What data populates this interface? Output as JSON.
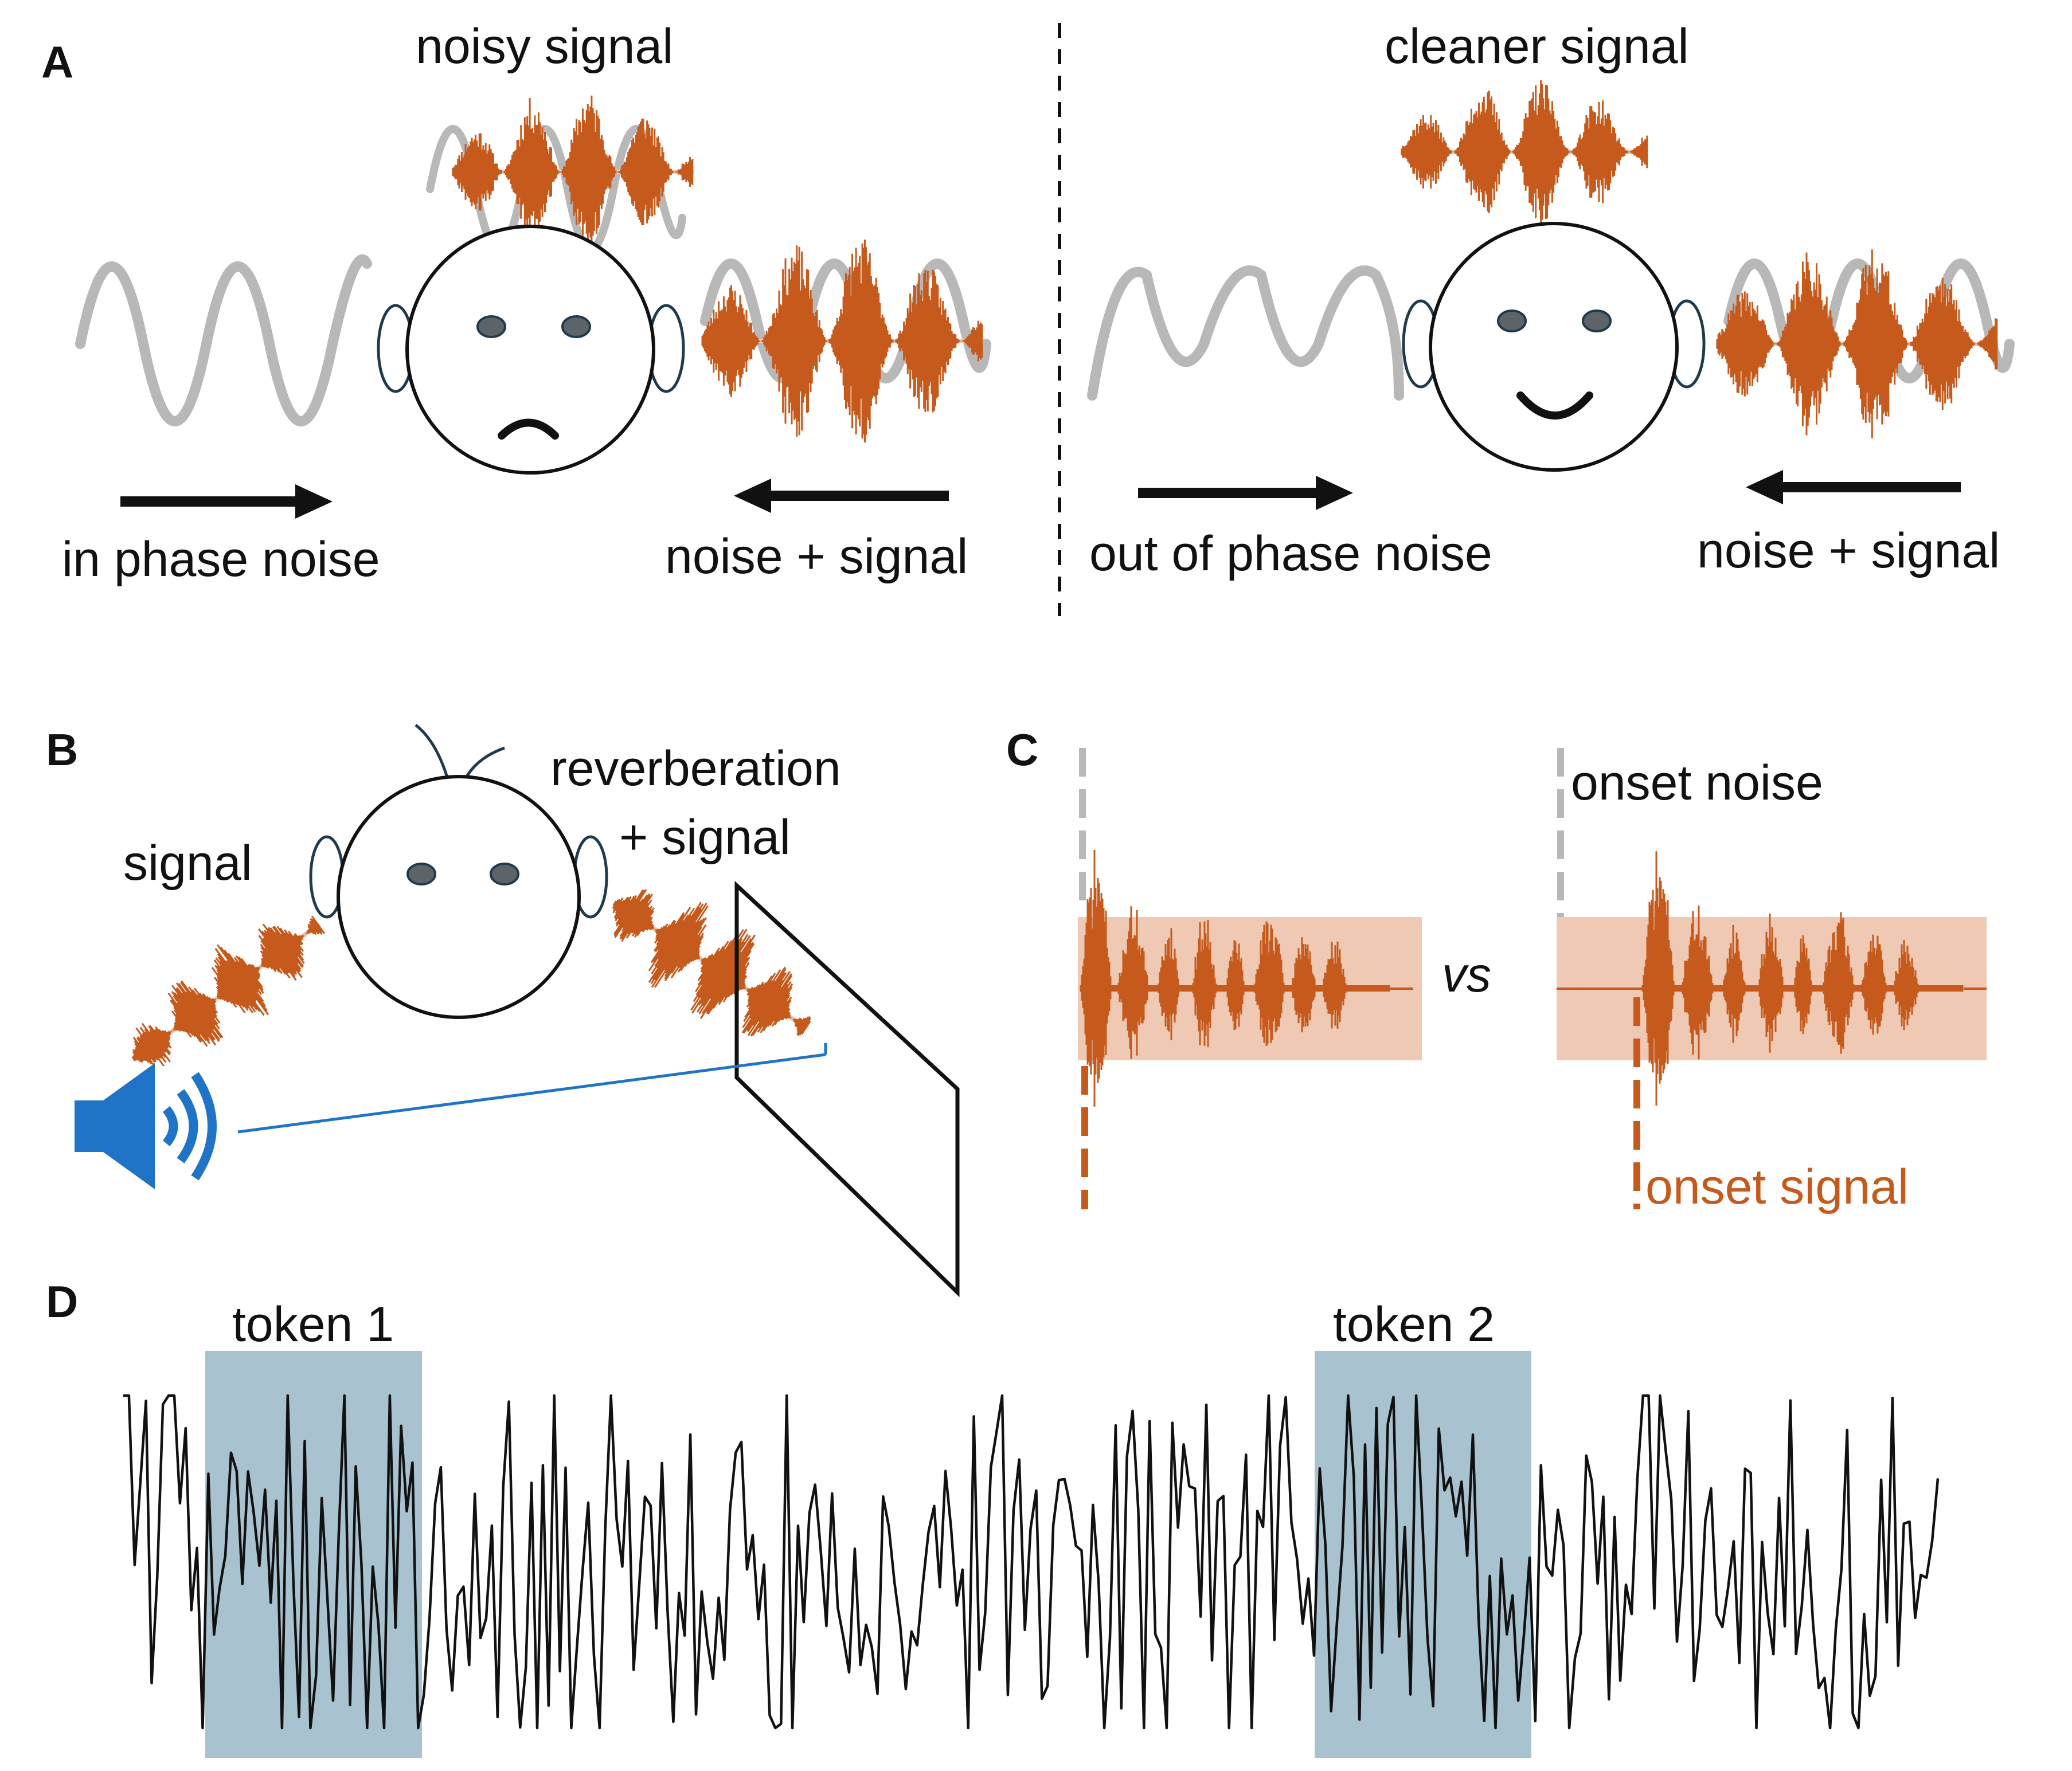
{
  "panels": {
    "a": {
      "letter": "A",
      "left": {
        "top_label": "noisy signal",
        "left_label": "in phase noise",
        "right_label": "noise + signal"
      },
      "right": {
        "top_label": "cleaner signal",
        "left_label": "out of phase noise",
        "right_label": "noise + signal"
      }
    },
    "b": {
      "letter": "B",
      "signal_label": "signal",
      "reverb_label_line1": "reverberation",
      "reverb_label_line2": "+ signal"
    },
    "c": {
      "letter": "C",
      "vs_label": "vs",
      "onset_noise_label": "onset noise",
      "onset_signal_label": "onset signal"
    },
    "d": {
      "letter": "D",
      "token1_label": "token 1",
      "token2_label": "token 2"
    }
  },
  "colors": {
    "signal": "#c55a1c",
    "signal_light": "#efc9b3",
    "noise": "#b8b8b8",
    "token_highlight": "#a9c2d0",
    "speaker": "#1f74c7",
    "outline": "#111111"
  }
}
